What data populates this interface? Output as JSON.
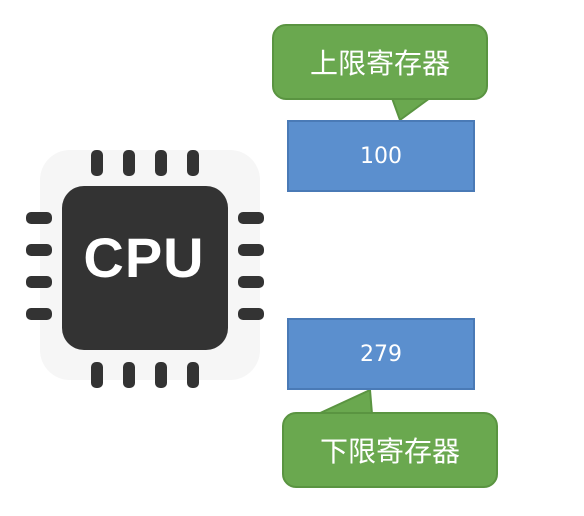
{
  "cpu": {
    "label": "CPU"
  },
  "registers": {
    "upper": {
      "label": "上限寄存器",
      "value": "100"
    },
    "lower": {
      "label": "下限寄存器",
      "value": "279"
    }
  },
  "colors": {
    "chip": "#333333",
    "register_fill": "#5b8fce",
    "callout_fill": "#6aa84f",
    "text": "#ffffff"
  }
}
